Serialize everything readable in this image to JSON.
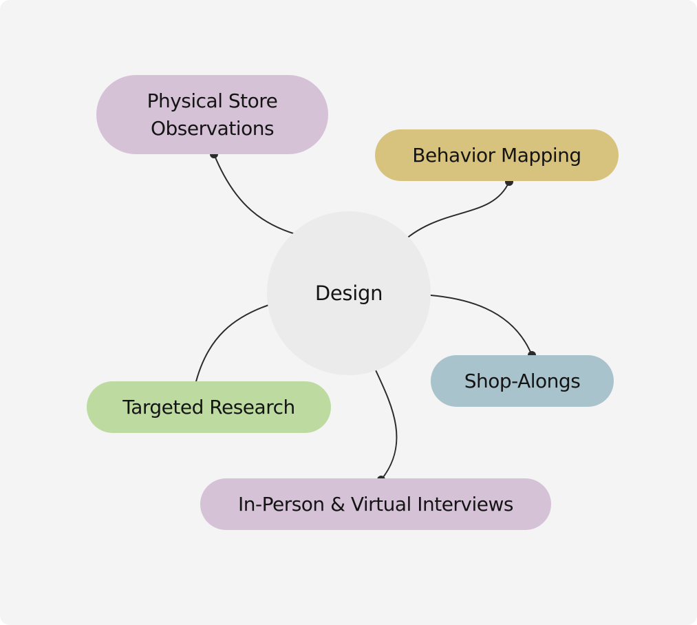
{
  "diagram": {
    "center": {
      "label": "Design",
      "color": "#ebebeb"
    },
    "nodes": [
      {
        "id": "physical-store",
        "lines": [
          "Physical Store",
          "Observations"
        ],
        "color": "#d6c2d7"
      },
      {
        "id": "behavior-mapping",
        "label": "Behavior Mapping",
        "color": "#d7c37e"
      },
      {
        "id": "shop-alongs",
        "label": "Shop-Alongs",
        "color": "#a8c3cb"
      },
      {
        "id": "targeted-research",
        "label": "Targeted Research",
        "color": "#bddba1"
      },
      {
        "id": "interviews",
        "label": "In-Person & Virtual Interviews",
        "color": "#d6c2d7"
      }
    ],
    "edges": [
      {
        "from": "physical-store",
        "to": "center"
      },
      {
        "from": "behavior-mapping",
        "to": "center"
      },
      {
        "from": "shop-alongs",
        "to": "center"
      },
      {
        "from": "targeted-research",
        "to": "center"
      },
      {
        "from": "interviews",
        "to": "center"
      }
    ],
    "connector_color": "#2b2b2b"
  }
}
